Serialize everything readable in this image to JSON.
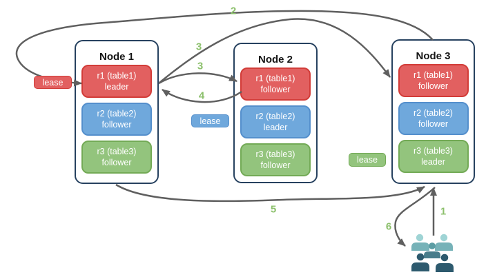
{
  "nodes": [
    {
      "title": "Node 1",
      "replicas": [
        {
          "name": "r1 (table1)",
          "role": "leader",
          "color": "red"
        },
        {
          "name": "r2 (table2)",
          "role": "follower",
          "color": "blue"
        },
        {
          "name": "r3 (table3)",
          "role": "follower",
          "color": "green"
        }
      ]
    },
    {
      "title": "Node 2",
      "replicas": [
        {
          "name": "r1 (table1)",
          "role": "follower",
          "color": "red"
        },
        {
          "name": "r2 (table2)",
          "role": "leader",
          "color": "blue"
        },
        {
          "name": "r3 (table3)",
          "role": "follower",
          "color": "green"
        }
      ]
    },
    {
      "title": "Node 3",
      "replicas": [
        {
          "name": "r1 (table1)",
          "role": "follower",
          "color": "red"
        },
        {
          "name": "r2 (table2)",
          "role": "follower",
          "color": "blue"
        },
        {
          "name": "r3 (table3)",
          "role": "leader",
          "color": "green"
        }
      ]
    }
  ],
  "leases": [
    {
      "label": "lease",
      "color": "red"
    },
    {
      "label": "lease",
      "color": "blue"
    },
    {
      "label": "lease",
      "color": "green"
    }
  ],
  "step_labels": [
    {
      "text": "1"
    },
    {
      "text": "2"
    },
    {
      "text": "3"
    },
    {
      "text": "3"
    },
    {
      "text": "4"
    },
    {
      "text": "5"
    },
    {
      "text": "6"
    }
  ],
  "icons": {
    "clients": "users-group-icon"
  },
  "colors": {
    "node_bg": "#ffffff",
    "node_border": "#26415f",
    "title_text": "#141414",
    "red_fill": "#e26060",
    "red_border": "#d23c38",
    "blue_fill": "#6fa8dc",
    "blue_border": "#548fcc",
    "green_fill": "#93c47d",
    "green_border": "#73aa56",
    "arrow_color": "#5f5f5f",
    "step_text": "#8cc06c",
    "person_light": "#9fd4d5",
    "person_light_body": "#76b2b8",
    "person_mid": "#5b9da4",
    "person_mid_body": "#497d8b",
    "person_dark": "#2d5a6e"
  }
}
